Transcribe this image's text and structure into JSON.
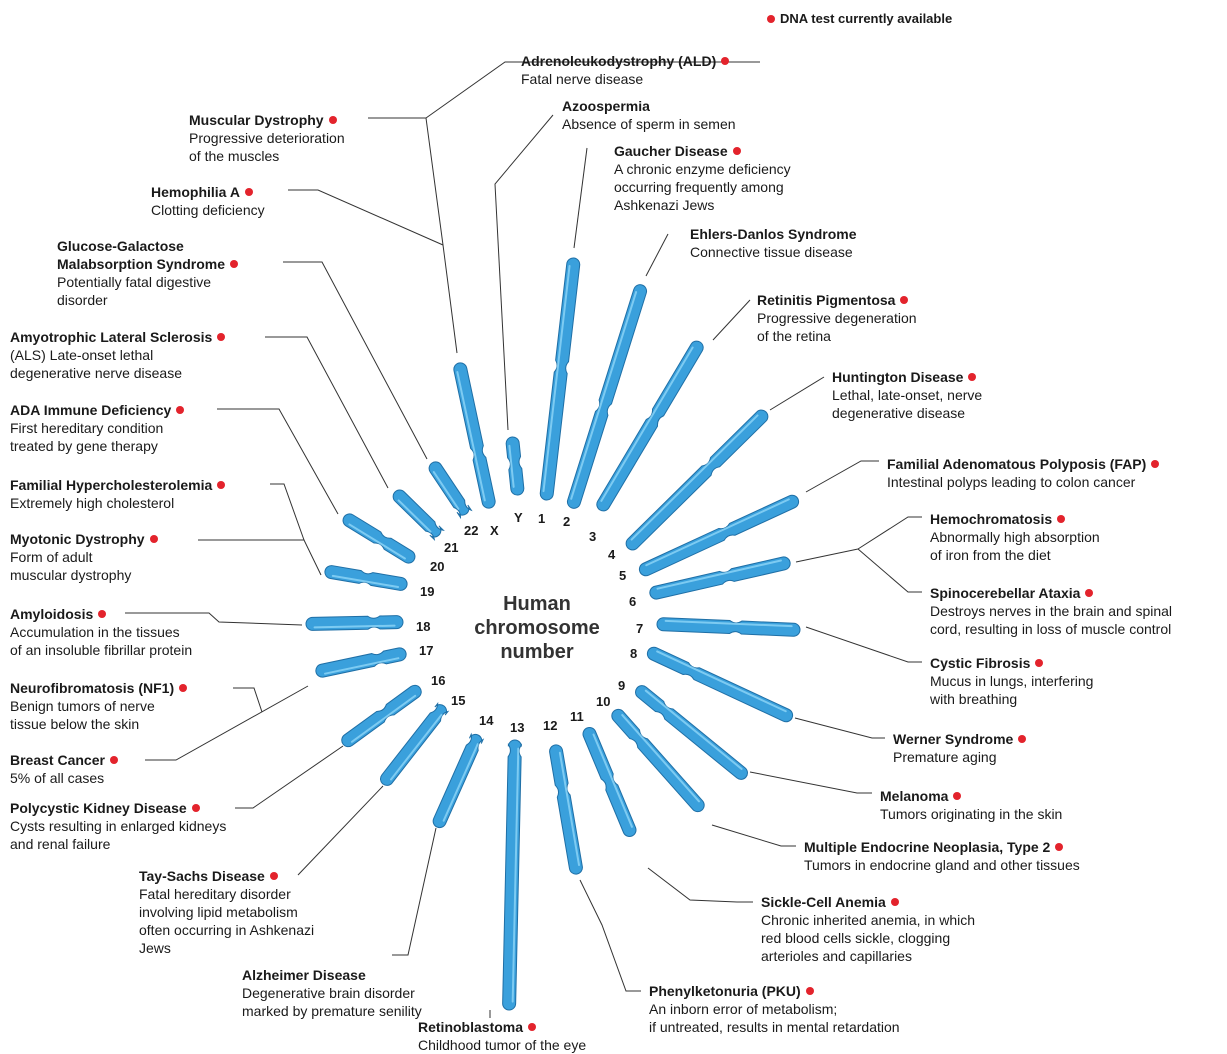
{
  "legend": {
    "text": "DNA test currently available"
  },
  "center_label": {
    "line1": "Human",
    "line2": "chromosome",
    "line3": "number"
  },
  "colors": {
    "chromosome": "#3aa0dc",
    "chromosome_dark": "#1f6fa6",
    "dot": "#e3232c",
    "line": "#333333"
  },
  "chromosomes": [
    "22",
    "21",
    "20",
    "19",
    "18",
    "17",
    "16",
    "15",
    "14",
    "13",
    "12",
    "11",
    "10",
    "9",
    "8",
    "7",
    "6",
    "5",
    "4",
    "3",
    "2",
    "1",
    "Y",
    "X"
  ],
  "diseases": {
    "ald": {
      "title": "Adrenoleukodystrophy (ALD)",
      "dot": true,
      "desc": [
        "Fatal nerve disease"
      ]
    },
    "azoo": {
      "title": "Azoospermia",
      "dot": false,
      "desc": [
        "Absence of sperm in semen"
      ]
    },
    "gaucher": {
      "title": "Gaucher Disease",
      "dot": true,
      "desc": [
        "A chronic enzyme deficiency",
        "occurring frequently among",
        "Ashkenazi Jews"
      ]
    },
    "ehlers": {
      "title": "Ehlers-Danlos Syndrome",
      "dot": false,
      "desc": [
        "Connective tissue disease"
      ]
    },
    "retinitis": {
      "title": "Retinitis Pigmentosa",
      "dot": true,
      "desc": [
        "Progressive degeneration",
        "of the retina"
      ]
    },
    "huntington": {
      "title": "Huntington Disease",
      "dot": true,
      "desc": [
        "Lethal, late-onset, nerve",
        "degenerative disease"
      ]
    },
    "fap": {
      "title": "Familial Adenomatous Polyposis (FAP)",
      "dot": true,
      "desc": [
        "Intestinal polyps leading to colon cancer"
      ]
    },
    "hemochrom": {
      "title": "Hemochromatosis",
      "dot": true,
      "desc": [
        "Abnormally high absorption",
        "of iron from the diet"
      ]
    },
    "spino": {
      "title": "Spinocerebellar Ataxia",
      "dot": true,
      "desc": [
        "Destroys nerves in the brain and spinal",
        "cord, resulting in loss of muscle control"
      ]
    },
    "cystic": {
      "title": "Cystic Fibrosis",
      "dot": true,
      "desc": [
        "Mucus in lungs, interfering",
        "with breathing"
      ]
    },
    "werner": {
      "title": "Werner Syndrome",
      "dot": true,
      "desc": [
        "Premature aging"
      ]
    },
    "melanoma": {
      "title": "Melanoma",
      "dot": true,
      "desc": [
        "Tumors originating in the skin"
      ]
    },
    "men2": {
      "title": "Multiple Endocrine Neoplasia, Type 2",
      "dot": true,
      "desc": [
        "Tumors in endocrine gland and other tissues"
      ]
    },
    "sickle": {
      "title": "Sickle-Cell Anemia",
      "dot": true,
      "desc": [
        "Chronic inherited anemia, in which",
        "red blood cells sickle, clogging",
        "arterioles and capillaries"
      ]
    },
    "pku": {
      "title": "Phenylketonuria (PKU)",
      "dot": true,
      "desc": [
        "An inborn error of metabolism;",
        "if untreated, results in mental retardation"
      ]
    },
    "retino": {
      "title": "Retinoblastoma",
      "dot": true,
      "desc": [
        "Childhood tumor of the eye"
      ]
    },
    "alzheimer": {
      "title": "Alzheimer Disease",
      "dot": false,
      "desc": [
        "Degenerative brain disorder",
        "marked by premature senility"
      ]
    },
    "taysachs": {
      "title": "Tay-Sachs Disease",
      "dot": true,
      "desc": [
        "Fatal hereditary disorder",
        "involving lipid metabolism",
        "often occurring in Ashkenazi",
        "Jews"
      ]
    },
    "pkd": {
      "title": "Polycystic Kidney Disease",
      "dot": true,
      "desc": [
        "Cysts resulting in enlarged kidneys",
        "and renal failure"
      ]
    },
    "breast": {
      "title": "Breast Cancer",
      "dot": true,
      "desc": [
        "5% of all cases"
      ]
    },
    "nf1": {
      "title": "Neurofibromatosis (NF1)",
      "dot": true,
      "desc": [
        "Benign tumors of nerve",
        "tissue below the skin"
      ]
    },
    "amyloid": {
      "title": "Amyloidosis",
      "dot": true,
      "desc": [
        "Accumulation in the tissues",
        "of an insoluble fibrillar protein"
      ]
    },
    "myotonic": {
      "title": "Myotonic Dystrophy",
      "dot": true,
      "desc": [
        "Form of adult",
        "muscular dystrophy"
      ]
    },
    "fh": {
      "title": "Familial Hypercholesterolemia",
      "dot": true,
      "desc": [
        "Extremely high cholesterol"
      ]
    },
    "ada": {
      "title": "ADA Immune Deficiency",
      "dot": true,
      "desc": [
        "First hereditary condition",
        "treated by gene therapy"
      ]
    },
    "als": {
      "title": "Amyotrophic Lateral Sclerosis",
      "dot": true,
      "desc": [
        "(ALS)  Late-onset lethal",
        "degenerative nerve disease"
      ]
    },
    "ggm": {
      "title": "Glucose-Galactose Malabsorption Syndrome",
      "dot": true,
      "title_lines": [
        "Glucose-Galactose",
        "Malabsorption Syndrome"
      ],
      "desc": [
        "Potentially fatal digestive",
        "disorder"
      ]
    },
    "hemophilia": {
      "title": "Hemophilia A",
      "dot": true,
      "desc": [
        "Clotting deficiency"
      ]
    },
    "md": {
      "title": "Muscular Dystrophy",
      "dot": true,
      "desc": [
        "Progressive deterioration",
        "of the muscles"
      ]
    }
  }
}
